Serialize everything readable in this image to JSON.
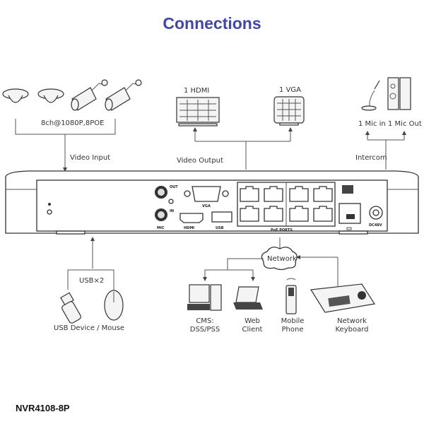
{
  "title": "Connections",
  "model": "NVR4108-8P",
  "colors": {
    "title": "#3f47a8",
    "line": "#555555"
  },
  "video_input": {
    "label": "Video Input",
    "spec": "8ch@1080P,8POE",
    "devices": [
      "dome-camera",
      "dome-camera",
      "bullet-camera",
      "bullet-camera"
    ]
  },
  "video_output": {
    "label": "Video Output",
    "outputs": [
      {
        "label": "1 HDMI",
        "icon": "monitor-icon"
      },
      {
        "label": "1 VGA",
        "icon": "crt-monitor-icon"
      }
    ]
  },
  "intercom": {
    "label": "Intercom",
    "items": [
      {
        "label": "1 Mic in",
        "icon": "microphone-icon"
      },
      {
        "label": "1 Mic Out",
        "icon": "speaker-icon"
      }
    ]
  },
  "nvr_panel": {
    "port_labels": {
      "audio_out": "OUT",
      "audio_in": "IN",
      "mic": "MIC",
      "vga": "VGA",
      "hdmi": "HDMI",
      "usb": "USB",
      "poe": "PoE PORTS",
      "power": "DC48V"
    },
    "poe_port_count": 8
  },
  "usb": {
    "label": "USB×2",
    "caption": "USB Device / Mouse"
  },
  "network": {
    "label": "Network",
    "clients": [
      {
        "label_line1": "CMS:",
        "label_line2": "DSS/PSS",
        "icon": "desktop-computer-icon"
      },
      {
        "label_line1": "Web",
        "label_line2": "Client",
        "icon": "laptop-icon"
      },
      {
        "label_line1": "Mobile",
        "label_line2": "Phone",
        "icon": "mobile-phone-icon"
      },
      {
        "label_line1": "Network",
        "label_line2": "Keyboard",
        "icon": "network-keyboard-icon"
      }
    ]
  }
}
